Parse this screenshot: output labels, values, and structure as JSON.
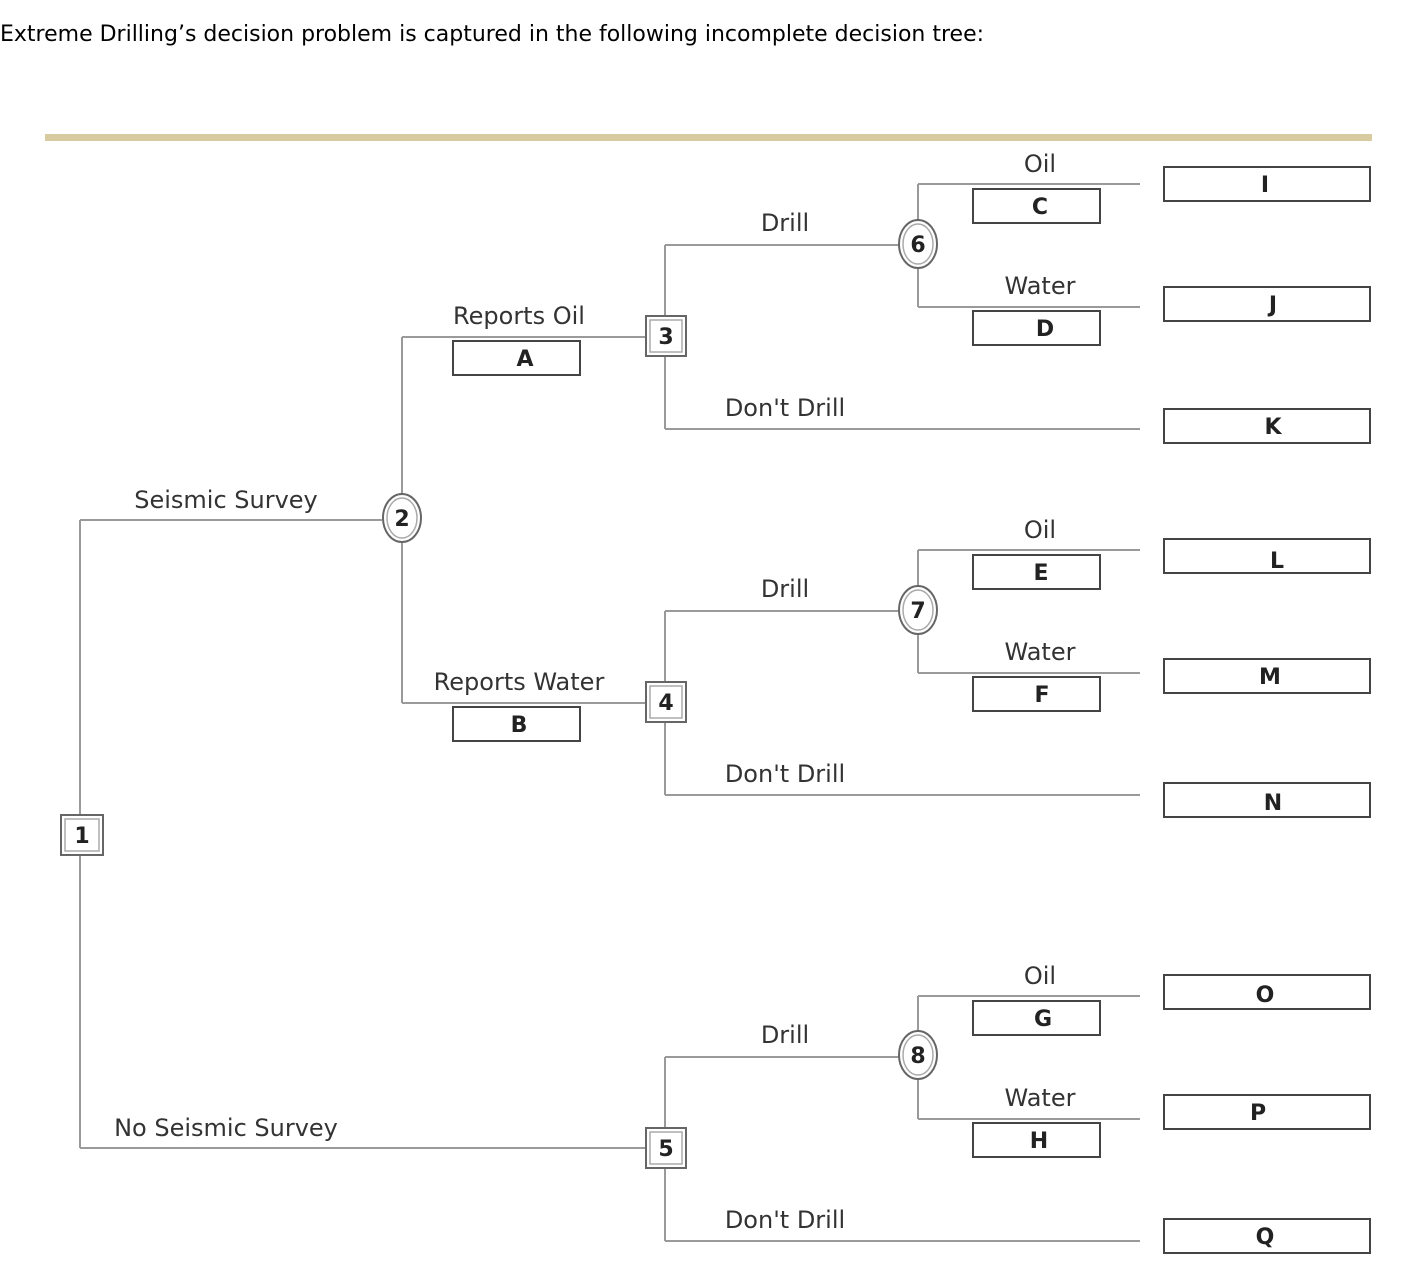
{
  "intro_text": "Extreme Drilling’s decision problem is captured in the following incomplete decision tree:",
  "tree": {
    "header_bar_color": "#d8cba0",
    "nodes": {
      "n1": "1",
      "n2": "2",
      "n3": "3",
      "n4": "4",
      "n5": "5",
      "n6": "6",
      "n7": "7",
      "n8": "8"
    },
    "branches": {
      "seismic_survey": "Seismic Survey",
      "no_seismic_survey": "No Seismic Survey",
      "reports_oil": "Reports Oil",
      "reports_water": "Reports Water",
      "drill_3": "Drill",
      "dont_drill_3": "Don't Drill",
      "drill_4": "Drill",
      "dont_drill_4": "Don't Drill",
      "drill_5": "Drill",
      "dont_drill_5": "Don't Drill",
      "oil_6": "Oil",
      "water_6": "Water",
      "oil_7": "Oil",
      "water_7": "Water",
      "oil_8": "Oil",
      "water_8": "Water"
    },
    "prob_boxes": {
      "A": "A",
      "B": "B",
      "C": "C",
      "D": "D",
      "E": "E",
      "F": "F",
      "G": "G",
      "H": "H"
    },
    "payoffs": {
      "I": "I",
      "J": "J",
      "K": "K",
      "L": "L",
      "M": "M",
      "N": "N",
      "O": "O",
      "P": "P",
      "Q": "Q"
    }
  }
}
